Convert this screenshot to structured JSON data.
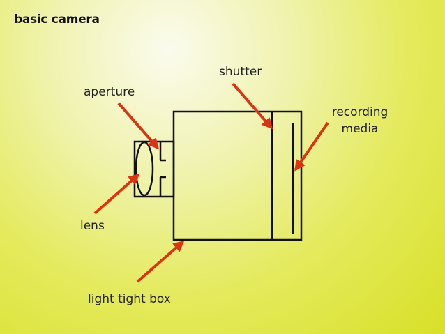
{
  "title": "basic camera",
  "labels": {
    "aperture": "aperture",
    "shutter": "shutter",
    "recording_line1": "recording",
    "recording_line2": "media",
    "lens": "lens",
    "box": "light tight box"
  },
  "colors": {
    "arrow": "#dd3311",
    "stroke": "#111111",
    "text": "#222222"
  }
}
